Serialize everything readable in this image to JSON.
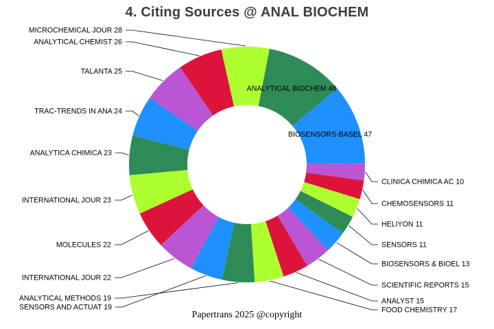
{
  "title": "4. Citing Sources @ ANAL BIOCHEM",
  "footer": "Papertrans 2025 @copyright",
  "colors": {
    "title_text": "#3D3D3D",
    "label_text": "#000000",
    "leader_line": "#000000",
    "background": "#FFFFFF"
  },
  "chart_data": {
    "type": "pie",
    "subtype": "donut",
    "title": "4. Citing Sources @ ANAL BIOCHEM",
    "total": 427,
    "direction": "clockwise",
    "start_angle_clockwise_from_top_deg": 11,
    "inner_radius_ratio": 0.506,
    "legend_position": "none",
    "grid": false,
    "palette_cycle": [
      "#2E8B57",
      "#1E90FF",
      "#BA55D3",
      "#DC143C",
      "#ADFF2F"
    ],
    "slices": [
      {
        "label": "ANALYTICAL BIOCHEM",
        "value": 46,
        "color": "#2E8B57",
        "label_placement": "inside"
      },
      {
        "label": "BIOSENSORS-BASEL",
        "value": 47,
        "color": "#1E90FF",
        "label_placement": "inside"
      },
      {
        "label": "CLINICA CHIMICA AC",
        "value": 10,
        "color": "#BA55D3",
        "label_placement": "right"
      },
      {
        "label": "CHEMOSENSORS",
        "value": 11,
        "color": "#DC143C",
        "label_placement": "right"
      },
      {
        "label": "HELIYON",
        "value": 11,
        "color": "#ADFF2F",
        "label_placement": "right"
      },
      {
        "label": "SENSORS",
        "value": 11,
        "color": "#2E8B57",
        "label_placement": "right"
      },
      {
        "label": "BIOSENSORS & BIOEL",
        "value": 13,
        "color": "#1E90FF",
        "label_placement": "right"
      },
      {
        "label": "SCIENTIFIC REPORTS",
        "value": 15,
        "color": "#BA55D3",
        "label_placement": "right"
      },
      {
        "label": "ANALYST",
        "value": 15,
        "color": "#DC143C",
        "label_placement": "right"
      },
      {
        "label": "FOOD CHEMISTRY",
        "value": 17,
        "color": "#ADFF2F",
        "label_placement": "right"
      },
      {
        "label": "ANALYTICAL METHODS",
        "value": 19,
        "color": "#2E8B57",
        "label_placement": "left"
      },
      {
        "label": "SENSORS AND ACTUAT",
        "value": 19,
        "color": "#1E90FF",
        "label_placement": "left"
      },
      {
        "label": "INTERNATIONAL JOUR",
        "value": 22,
        "color": "#BA55D3",
        "label_placement": "left"
      },
      {
        "label": "MOLECULES",
        "value": 22,
        "color": "#DC143C",
        "label_placement": "left"
      },
      {
        "label": "INTERNATIONAL JOUR",
        "value": 23,
        "color": "#ADFF2F",
        "label_placement": "left"
      },
      {
        "label": "ANALYTICA CHIMICA ",
        "value": 23,
        "color": "#2E8B57",
        "label_placement": "left"
      },
      {
        "label": "TRAC-TRENDS IN ANA",
        "value": 24,
        "color": "#1E90FF",
        "label_placement": "left"
      },
      {
        "label": "TALANTA",
        "value": 25,
        "color": "#BA55D3",
        "label_placement": "left"
      },
      {
        "label": "ANALYTICAL CHEMIST",
        "value": 26,
        "color": "#DC143C",
        "label_placement": "left"
      },
      {
        "label": "MICROCHEMICAL JOUR",
        "value": 28,
        "color": "#ADFF2F",
        "label_placement": "left"
      }
    ]
  }
}
